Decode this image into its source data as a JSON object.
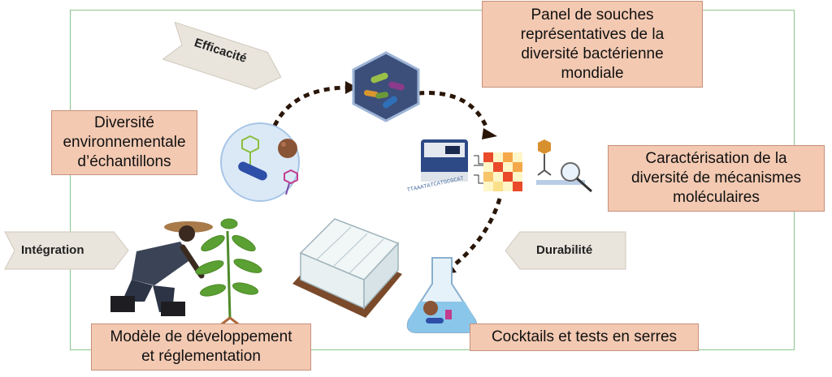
{
  "boxes": {
    "panel": "Panel de souches\nreprésentatives de la\ndiversité bactérienne\nmondiale",
    "diversite": "Diversité\nenvironnementale\nd’échantillons",
    "caracterisation": "Caractérisation de la\ndiversité de mécanismes\nmoléculaires",
    "modele": "Modèle de développement\net réglementation",
    "cocktails": "Cocktails et tests en serres"
  },
  "arrows": {
    "efficacite": "Efficacité",
    "integration": "Intégration",
    "durabilite": "Durabilité"
  },
  "dna_text": "TTAAATATCATGCGCAT",
  "colors": {
    "box_fill": "#f3c9b2",
    "frame": "#8cc58a",
    "arrow_fill": "#e9e4dc"
  }
}
